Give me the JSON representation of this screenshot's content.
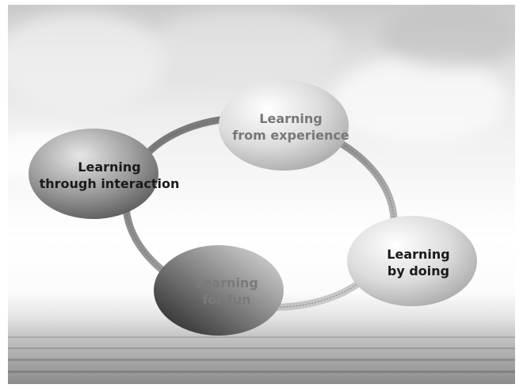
{
  "diagram": {
    "type": "cycle",
    "nodes": [
      {
        "id": "experience",
        "lines": [
          "Learning",
          "from experience"
        ]
      },
      {
        "id": "interaction",
        "lines": [
          "Learning",
          "through interaction"
        ]
      },
      {
        "id": "doing",
        "lines": [
          "Learning",
          "by doing"
        ]
      },
      {
        "id": "fun",
        "lines": [
          "Learning",
          "for fun"
        ]
      }
    ]
  }
}
